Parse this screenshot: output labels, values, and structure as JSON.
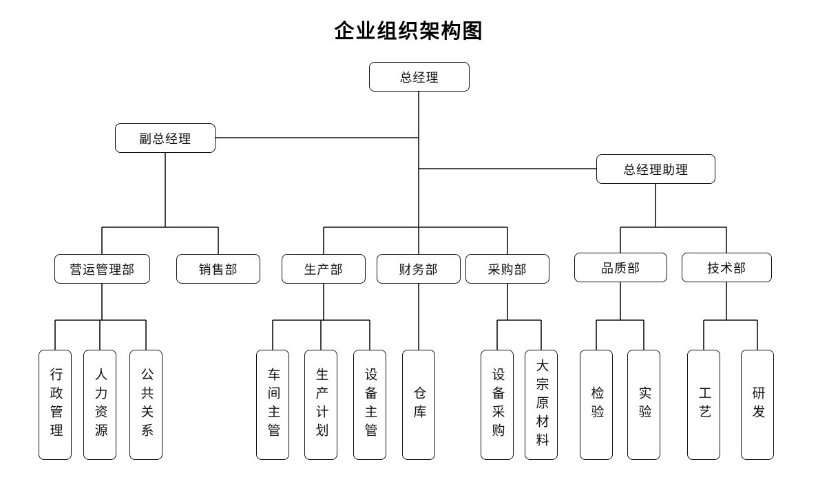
{
  "title": "企业组织架构图",
  "colors": {
    "line": "#111111",
    "box_border": "#111111",
    "box_fill": "#ffffff",
    "background": "#ffffff",
    "text": "#111111"
  },
  "nodes": {
    "gm": {
      "label": "总经理"
    },
    "deputy_gm": {
      "label": "副总经理"
    },
    "gm_assistant": {
      "label": "总经理助理"
    },
    "operations": {
      "label": "营运管理部"
    },
    "sales": {
      "label": "销售部"
    },
    "production": {
      "label": "生产部"
    },
    "finance": {
      "label": "财务部"
    },
    "purchasing": {
      "label": "采购部"
    },
    "quality": {
      "label": "品质部"
    },
    "technology": {
      "label": "技术部"
    },
    "admin_mgmt": {
      "label": "行政管理"
    },
    "hr": {
      "label": "人力资源"
    },
    "public_relations": {
      "label": "公共关系"
    },
    "workshop_supervisor": {
      "label": "车间主管"
    },
    "production_planning": {
      "label": "生产计划"
    },
    "equipment_supervisor": {
      "label": "设备主管"
    },
    "warehouse": {
      "label": "仓库"
    },
    "equipment_procurement": {
      "label": "设备采购"
    },
    "bulk_raw_materials": {
      "label": "大宗原材料"
    },
    "inspection": {
      "label": "检验"
    },
    "testing": {
      "label": "实验"
    },
    "process": {
      "label": "工艺"
    },
    "rnd": {
      "label": "研发"
    }
  },
  "hierarchy": {
    "root": "gm",
    "children": {
      "gm": [
        "deputy_gm",
        "gm_assistant",
        "production",
        "finance",
        "purchasing"
      ],
      "deputy_gm": [
        "operations",
        "sales"
      ],
      "gm_assistant": [
        "quality",
        "technology"
      ],
      "operations": [
        "admin_mgmt",
        "hr",
        "public_relations"
      ],
      "production": [
        "workshop_supervisor",
        "production_planning",
        "equipment_supervisor"
      ],
      "finance": [
        "warehouse"
      ],
      "purchasing": [
        "equipment_procurement",
        "bulk_raw_materials"
      ],
      "quality": [
        "inspection",
        "testing"
      ],
      "technology": [
        "process",
        "rnd"
      ]
    }
  }
}
